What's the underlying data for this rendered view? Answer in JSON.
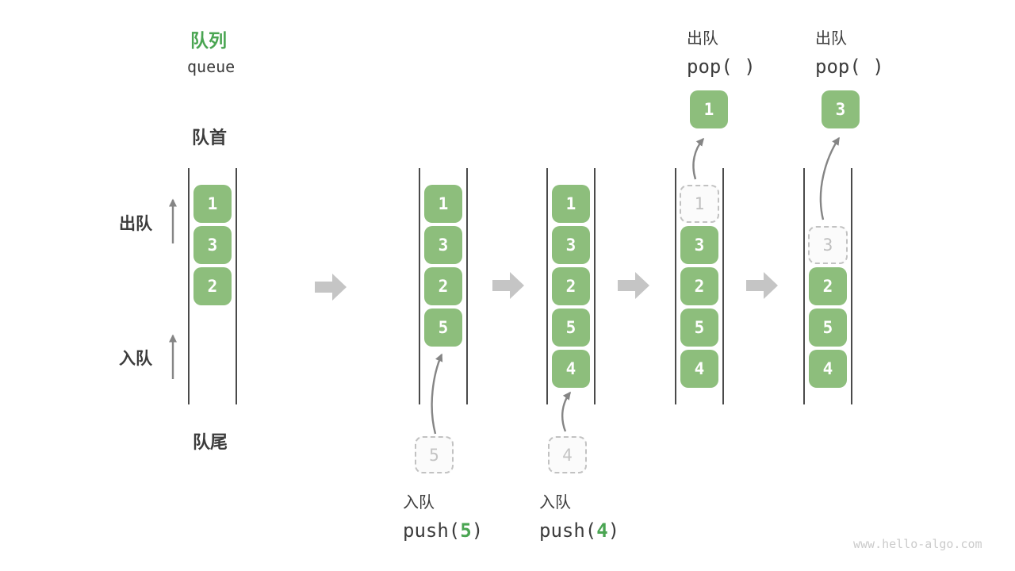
{
  "header": {
    "title_zh": "队列",
    "title_en": "queue"
  },
  "labels": {
    "front": "队首",
    "rear": "队尾",
    "dequeue_side": "出队",
    "enqueue_side": "入队"
  },
  "operations": {
    "push5": {
      "name": "入队",
      "fn_open": "push(",
      "arg": "5",
      "fn_close": ")",
      "floating_value": "5"
    },
    "push4": {
      "name": "入队",
      "fn_open": "push(",
      "arg": "4",
      "fn_close": ")",
      "floating_value": "4"
    },
    "pop_first": {
      "name": "出队",
      "call": "pop( )",
      "popped_value": "1",
      "removed_slot_value": "1"
    },
    "pop_second": {
      "name": "出队",
      "call": "pop( )",
      "popped_value": "3",
      "removed_slot_value": "3"
    }
  },
  "columns": [
    {
      "state": "initial",
      "slots": [
        {
          "value": "1",
          "style": "filled"
        },
        {
          "value": "3",
          "style": "filled"
        },
        {
          "value": "2",
          "style": "filled"
        }
      ]
    },
    {
      "state": "after-push-5",
      "slots": [
        {
          "value": "1",
          "style": "filled"
        },
        {
          "value": "3",
          "style": "filled"
        },
        {
          "value": "2",
          "style": "filled"
        },
        {
          "value": "5",
          "style": "filled"
        }
      ]
    },
    {
      "state": "after-push-4",
      "slots": [
        {
          "value": "1",
          "style": "filled"
        },
        {
          "value": "3",
          "style": "filled"
        },
        {
          "value": "2",
          "style": "filled"
        },
        {
          "value": "5",
          "style": "filled"
        },
        {
          "value": "4",
          "style": "filled"
        }
      ]
    },
    {
      "state": "after-pop-1",
      "slots": [
        {
          "value": "1",
          "style": "dashed"
        },
        {
          "value": "3",
          "style": "filled"
        },
        {
          "value": "2",
          "style": "filled"
        },
        {
          "value": "5",
          "style": "filled"
        },
        {
          "value": "4",
          "style": "filled"
        }
      ]
    },
    {
      "state": "after-pop-3",
      "slots": [
        {
          "value": "3",
          "style": "dashed"
        },
        {
          "value": "2",
          "style": "filled"
        },
        {
          "value": "5",
          "style": "filled"
        },
        {
          "value": "4",
          "style": "filled"
        }
      ]
    }
  ],
  "watermark": "www.hello-algo.com",
  "colors": {
    "box_green": "#8dbe7c",
    "accent_green": "#4aa552",
    "text_dark": "#3c3c3c",
    "wall_gray": "#4a4a4a",
    "arrow_gray": "#858585",
    "block_arrow_gray": "#c5c5c5",
    "dashed_gray": "#c2c2c2",
    "watermark_gray": "#cbcbcb"
  }
}
